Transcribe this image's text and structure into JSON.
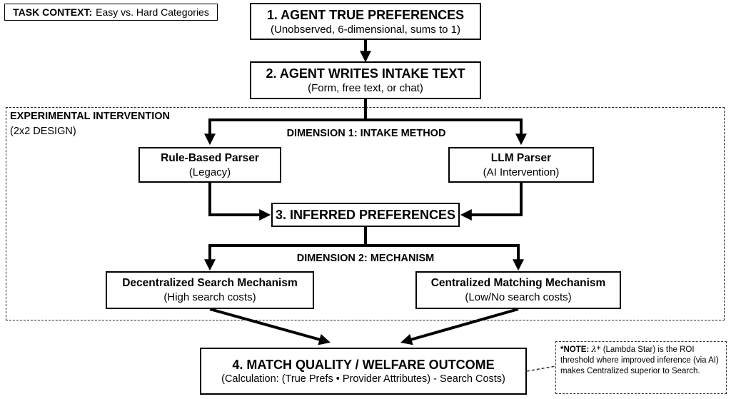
{
  "task_context": {
    "label": "TASK CONTEXT:",
    "value": "Easy vs. Hard Categories"
  },
  "step1": {
    "title": "1. AGENT TRUE PREFERENCES",
    "subtitle": "(Unobserved, 6-dimensional, sums to 1)"
  },
  "step2": {
    "title": "2. AGENT WRITES INTAKE TEXT",
    "subtitle": "(Form, free text, or chat)"
  },
  "experiment": {
    "title": "EXPERIMENTAL INTERVENTION",
    "subtitle": "(2x2 DESIGN)"
  },
  "dimension1": {
    "label": "DIMENSION 1: INTAKE METHOD"
  },
  "rule_parser": {
    "title": "Rule-Based Parser",
    "subtitle": "(Legacy)"
  },
  "llm_parser": {
    "title": "LLM Parser",
    "subtitle": "(AI Intervention)"
  },
  "step3": {
    "title": "3. INFERRED PREFERENCES"
  },
  "dimension2": {
    "label": "DIMENSION 2: MECHANISM"
  },
  "decentralized": {
    "title": "Decentralized Search Mechanism",
    "subtitle": "(High search costs)"
  },
  "centralized": {
    "title": "Centralized Matching Mechanism",
    "subtitle": "(Low/No search costs)"
  },
  "step4": {
    "title": "4. MATCH QUALITY / WELFARE OUTCOME",
    "subtitle": "(Calculation: (True Prefs • Provider Attributes) - Search Costs)"
  },
  "note": {
    "prefix": "*NOTE:",
    "symbol": "λ*",
    "text": "(Lambda Star) is the ROI threshold where improved inference (via AI) makes Centralized superior to Search."
  }
}
